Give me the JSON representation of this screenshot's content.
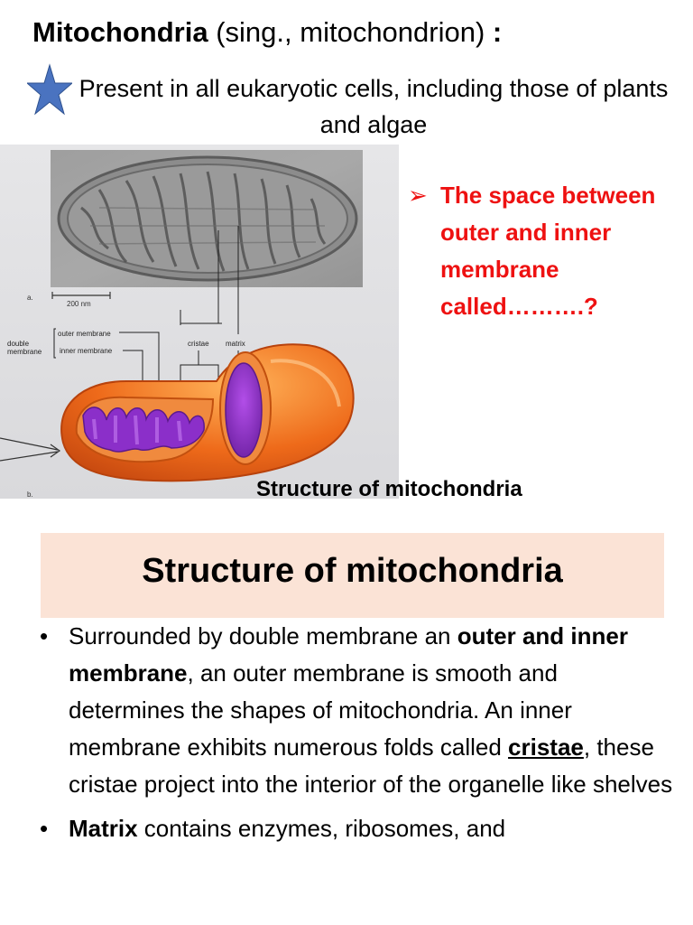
{
  "title": {
    "main": "Mitochondria",
    "rest": " (sing., mitochondrion) ",
    "colon": ":"
  },
  "intro": "Present in all eukaryotic cells, including those of plants and algae",
  "question": {
    "arrow": "➢",
    "text": "The space between outer and inner membrane called……….?"
  },
  "figure": {
    "label_a": "a.",
    "label_b": "b.",
    "scale": "200 nm",
    "outer_membrane": "outer membrane",
    "inner_membrane": "inner membrane",
    "double": "double",
    "membrane": "membrane",
    "cristae": "cristae",
    "matrix": "matrix"
  },
  "caption": "Structure of mitochondria",
  "section_title": "Structure of mitochondria",
  "bullets": [
    {
      "dot": "•",
      "t1": "Surrounded by double membrane an ",
      "b1": "outer and inner membrane",
      "t2": ", an outer membrane is smooth and determines the shapes of mitochondria. An inner membrane exhibits numerous folds called ",
      "u1": "cristae",
      "t3": ", these cristae project into the interior of the organelle like shelves"
    },
    {
      "dot": "•",
      "b1": "Matrix",
      "t1": " contains enzymes, ribosomes, and"
    }
  ],
  "colors": {
    "question": "#ee1111",
    "header_bg": "#fbe3d6",
    "star": "#4472c4",
    "cristae": "#8b2fc9",
    "membrane": "#e8641c"
  }
}
